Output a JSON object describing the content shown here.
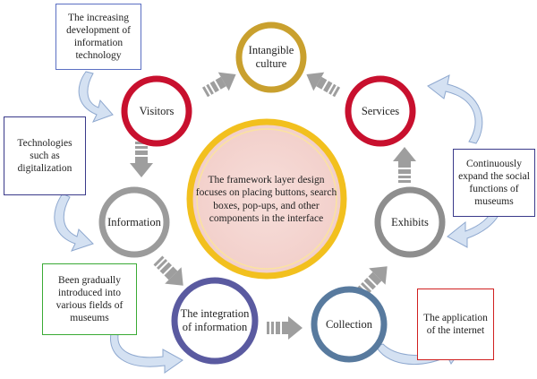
{
  "nodes": {
    "intangible": "Intangible culture",
    "visitors": "Visitors",
    "services": "Services",
    "information": "Information",
    "exhibits": "Exhibits",
    "integration": "The integration of information",
    "collection": "Collection"
  },
  "center": "The framework layer design focuses on placing buttons, search boxes, pop-ups, and other components in the interface",
  "notes": {
    "info_tech": "The increasing development of information technology",
    "technologies": "Technologies such as digitalization",
    "gradually": "Been gradually introduced into various fields of museums",
    "expand": "Continuously expand the social functions of museums",
    "internet": "The application of the internet"
  },
  "colors": {
    "intangible": "#C9A02E",
    "visitors": "#C8102E",
    "services": "#C8102E",
    "information": "#9B9B9B",
    "exhibits": "#8E8E8E",
    "integration": "#5A5AA0",
    "collection": "#587A9E",
    "center_ring": "#F2C01E",
    "center_fill": "#F4D6D2",
    "arrow": "#9E9E9E",
    "curl_arrow": "#C7D7EC",
    "box_blue": "#5B6FC2",
    "box_navy": "#3A3A8A",
    "box_green": "#3AAA35",
    "box_red": "#D02020"
  }
}
